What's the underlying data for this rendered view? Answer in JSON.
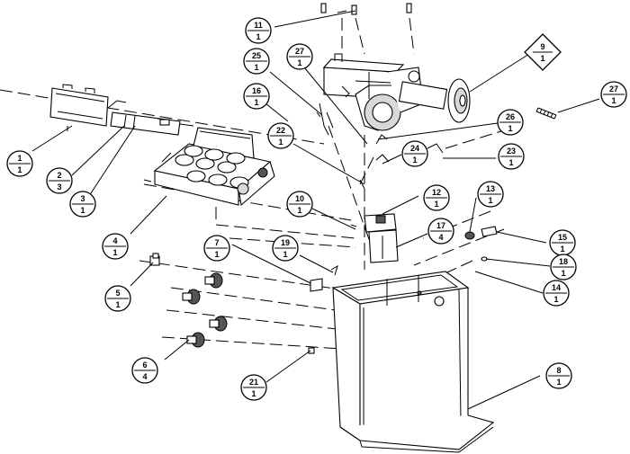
{
  "callouts": [
    {
      "id": "c1",
      "item": "1",
      "qty": "1",
      "shape": "circle"
    },
    {
      "id": "c2",
      "item": "2",
      "qty": "3",
      "shape": "circle"
    },
    {
      "id": "c3",
      "item": "3",
      "qty": "1",
      "shape": "circle"
    },
    {
      "id": "c4",
      "item": "4",
      "qty": "1",
      "shape": "circle"
    },
    {
      "id": "c5",
      "item": "5",
      "qty": "1",
      "shape": "circle"
    },
    {
      "id": "c6",
      "item": "6",
      "qty": "4",
      "shape": "circle"
    },
    {
      "id": "c7",
      "item": "7",
      "qty": "1",
      "shape": "circle"
    },
    {
      "id": "c8",
      "item": "8",
      "qty": "1",
      "shape": "circle"
    },
    {
      "id": "c9",
      "item": "9",
      "qty": "1",
      "shape": "diamond"
    },
    {
      "id": "c10",
      "item": "10",
      "qty": "1",
      "shape": "circle"
    },
    {
      "id": "c11",
      "item": "11",
      "qty": "1",
      "shape": "circle"
    },
    {
      "id": "c12",
      "item": "12",
      "qty": "1",
      "shape": "circle"
    },
    {
      "id": "c13",
      "item": "13",
      "qty": "1",
      "shape": "circle"
    },
    {
      "id": "c14",
      "item": "14",
      "qty": "1",
      "shape": "circle"
    },
    {
      "id": "c15",
      "item": "15",
      "qty": "1",
      "shape": "circle"
    },
    {
      "id": "c16",
      "item": "16",
      "qty": "1",
      "shape": "circle"
    },
    {
      "id": "c17",
      "item": "17",
      "qty": "4",
      "shape": "circle"
    },
    {
      "id": "c18",
      "item": "18",
      "qty": "1",
      "shape": "circle"
    },
    {
      "id": "c19",
      "item": "19",
      "qty": "1",
      "shape": "circle"
    },
    {
      "id": "c21",
      "item": "21",
      "qty": "1",
      "shape": "circle"
    },
    {
      "id": "c22",
      "item": "22",
      "qty": "1",
      "shape": "circle"
    },
    {
      "id": "c23",
      "item": "23",
      "qty": "1",
      "shape": "circle"
    },
    {
      "id": "c24",
      "item": "24",
      "qty": "1",
      "shape": "circle"
    },
    {
      "id": "c25",
      "item": "25",
      "qty": "1",
      "shape": "circle"
    },
    {
      "id": "c26",
      "item": "26",
      "qty": "1",
      "shape": "circle"
    },
    {
      "id": "c27a",
      "item": "27",
      "qty": "1",
      "shape": "circle"
    },
    {
      "id": "c27b",
      "item": "27",
      "qty": "1",
      "shape": "circle"
    }
  ]
}
